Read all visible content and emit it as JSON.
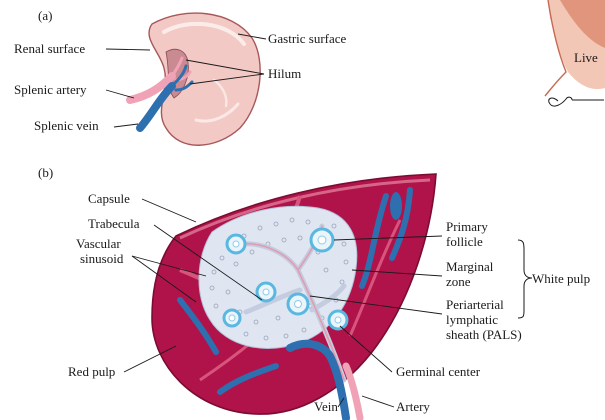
{
  "colors": {
    "background": "#ffffff",
    "red_pulp": "#b0134a",
    "red_pulp_dark": "#8a0e39",
    "spleen_surface": "#f2c9c4",
    "white_pulp": "#dfe6f2",
    "vein": "#2e6fb0",
    "artery": "#f0a3b6",
    "follicle_ring": "#5ab8e0",
    "label_text": "#1a1a1a"
  },
  "panel_a": {
    "tag": "(a)",
    "labels": {
      "renal_surface": "Renal surface",
      "splenic_artery": "Splenic artery",
      "splenic_vein": "Splenic vein",
      "gastric_surface": "Gastric surface",
      "hilum": "Hilum"
    }
  },
  "panel_b": {
    "tag": "(b)",
    "labels": {
      "capsule": "Capsule",
      "trabecula": "Trabecula",
      "vascular_sinusoid_1": "Vascular",
      "vascular_sinusoid_2": "sinusoid",
      "red_pulp": "Red pulp",
      "vein": "Vein",
      "artery": "Artery",
      "primary_follicle_1": "Primary",
      "primary_follicle_2": "follicle",
      "marginal_zone_1": "Marginal",
      "marginal_zone_2": "zone",
      "pals_1": "Periarterial",
      "pals_2": "lymphatic",
      "pals_3": "sheath (PALS)",
      "white_pulp": "White pulp",
      "germinal_center": "Germinal center"
    }
  },
  "corner_fragment": {
    "label": "Live"
  }
}
